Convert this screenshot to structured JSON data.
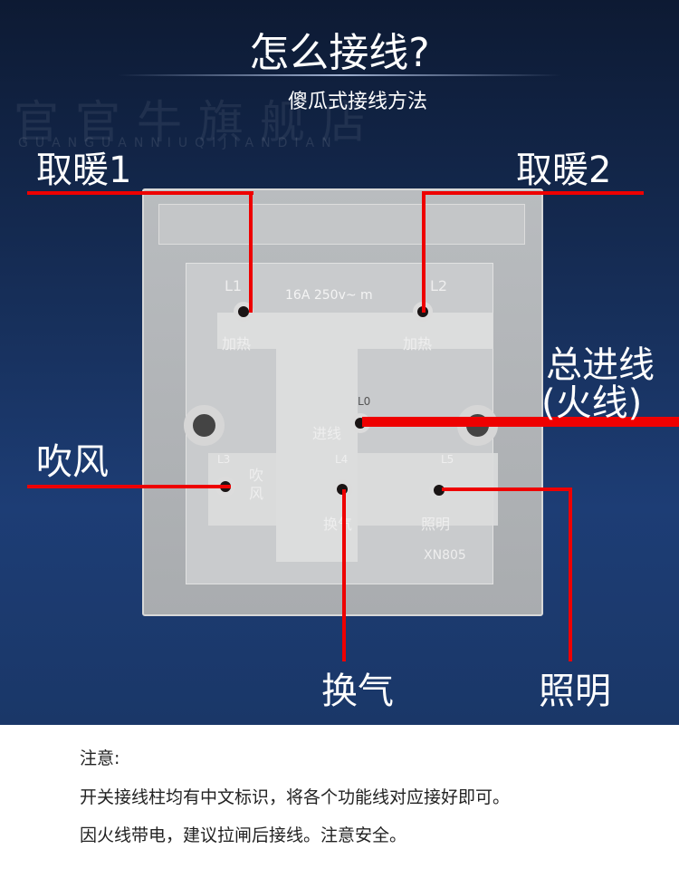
{
  "header": {
    "title": "怎么接线?",
    "subtitle": "傻瓜式接线方法",
    "watermark": "官官牛旗舰店",
    "watermark_pinyin": "GUANGUANNIUQIJIANDIAN"
  },
  "labels": {
    "heat1": "取暖1",
    "heat2": "取暖2",
    "main_in": "总进线",
    "main_in_sub": "(火线)",
    "blow": "吹风",
    "vent": "换气",
    "light": "照明"
  },
  "switch": {
    "rating": "16A 250v~ m",
    "terminals": {
      "l1": "L1",
      "l2": "L2",
      "l3": "L3",
      "l4": "L4",
      "l5": "L5",
      "l0": "L0"
    },
    "text": {
      "heat_a": "加热",
      "heat_b": "加热",
      "in": "进线",
      "blow": "吹风",
      "vent": "换气",
      "light": "照明"
    },
    "model": "XN805"
  },
  "notes": {
    "heading": "注意:",
    "line1": "开关接线柱均有中文标识，将各个功能线对应接好即可。",
    "line2": "因火线带电，建议拉闸后接线。注意安全。"
  },
  "colors": {
    "wire": "#e00000",
    "background": "#17305c"
  }
}
